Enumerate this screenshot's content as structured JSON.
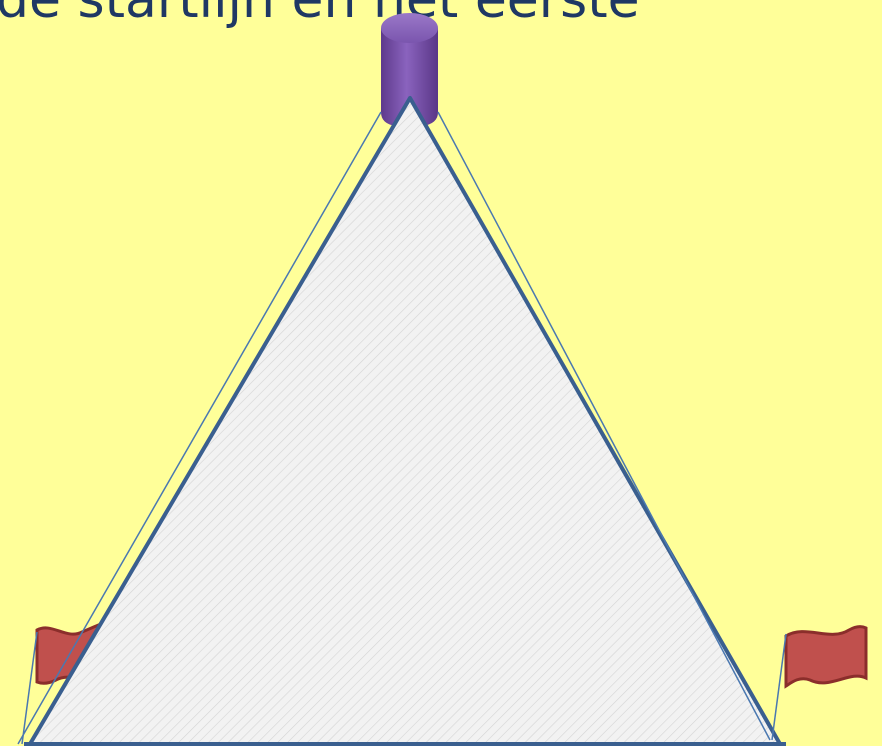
{
  "slide": {
    "title": "de startlijn en het eerste",
    "background": "#FFFF99"
  },
  "diagram": {
    "shape": "triangle",
    "fill": "#F2F2F2",
    "hatch_color": "#D4D4D4",
    "outline_color": "#3A5F8F",
    "guide_line_color": "#4A78B0",
    "pole": {
      "icon": "cylinder-icon",
      "color": "#7E57B0"
    },
    "flags": [
      {
        "icon": "flag-icon",
        "side": "left",
        "color": "#C0504D",
        "border": "#8B2E2B"
      },
      {
        "icon": "flag-icon",
        "side": "right",
        "color": "#C0504D",
        "border": "#8B2E2B"
      }
    ]
  }
}
